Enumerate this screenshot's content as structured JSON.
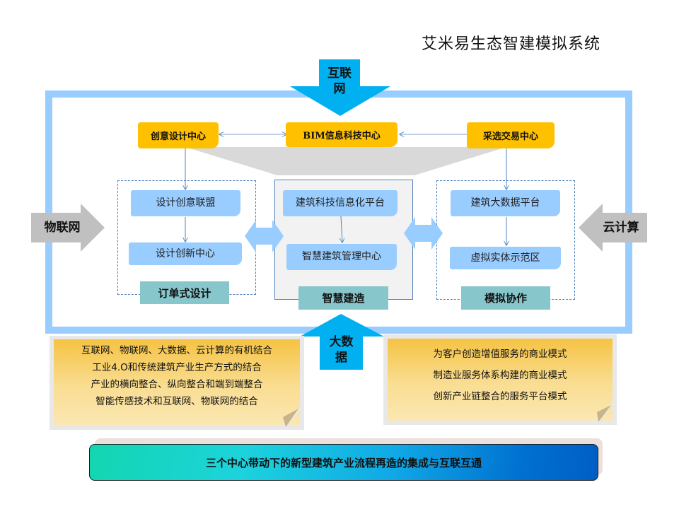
{
  "title": "艾米易生态智建模拟系统",
  "inputs": {
    "top": {
      "label": "互联网",
      "icon": "down-arrow-icon",
      "color": "#00b0f0"
    },
    "bottom": {
      "label": "大数据",
      "icon": "up-arrow-icon",
      "color": "#00b0f0"
    },
    "left": {
      "label": "物联网",
      "icon": "right-arrow-icon",
      "color": "#c0c0c0"
    },
    "right": {
      "label": "云计算",
      "icon": "left-arrow-icon",
      "color": "#c0c0c0"
    }
  },
  "centers": [
    {
      "label": "创意设计中心"
    },
    {
      "label": "BIM信息科技中心"
    },
    {
      "label": "采选交易中心"
    }
  ],
  "modules": [
    {
      "label": "订单式设计",
      "items": [
        "设计创意联盟",
        "设计创新中心"
      ]
    },
    {
      "label": "智慧建造",
      "items": [
        "建筑科技信息化平台",
        "智慧建筑管理中心"
      ]
    },
    {
      "label": "模拟协作",
      "items": [
        "建筑大数据平台",
        "虚拟实体示范区"
      ]
    }
  ],
  "notes": {
    "left": [
      "互联网、物联网、大数据、云计算的有机结合",
      "工业4.O和传统建筑产业生产方式的结合",
      "产业的横向整合、纵向整合和端到端整合",
      "智能传感技术和互联网、物联网的结合"
    ],
    "right": [
      "为客户创造增值服务的商业模式",
      "制造业服务体系构建的商业模式",
      "创新产业链整合的服务平台模式"
    ]
  },
  "banner": "三个中心带动下的新型建筑产业流程再造的集成与互联互通",
  "colors": {
    "frame": "#99ccff",
    "center_box": "#ffc000",
    "item_box": "#99ccff",
    "module_label": "#87c7cc",
    "connector": "#4f81bd"
  }
}
